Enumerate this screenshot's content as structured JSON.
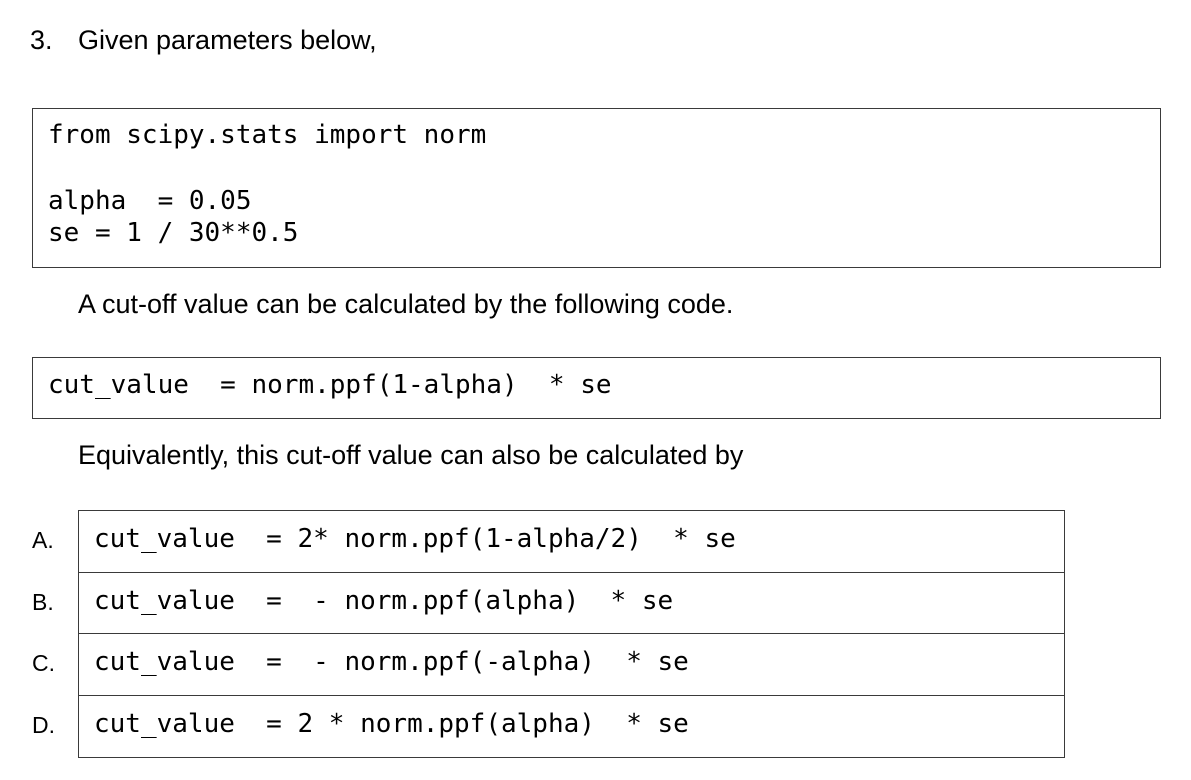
{
  "question": {
    "number": "3.",
    "text": "Given parameters below,"
  },
  "setup_code": {
    "lines": [
      "from scipy.stats import norm",
      "alpha  = 0.05",
      "se = 1 / 30**0.5"
    ]
  },
  "intro_text": "A cut-off value can be calculated by the following code.",
  "given_code": "cut_value  = norm.ppf(1-alpha)  * se",
  "equivalent_text": "Equivalently, this cut-off value can also be calculated by",
  "options": [
    {
      "letter": "A.",
      "code": "cut_value  = 2* norm.ppf(1-alpha/2)  * se"
    },
    {
      "letter": "B.",
      "code": "cut_value  =  - norm.ppf(alpha)  * se"
    },
    {
      "letter": "C.",
      "code": "cut_value  =  - norm.ppf(-alpha)  * se"
    },
    {
      "letter": "D.",
      "code": "cut_value  = 2 * norm.ppf(alpha)  * se"
    }
  ]
}
